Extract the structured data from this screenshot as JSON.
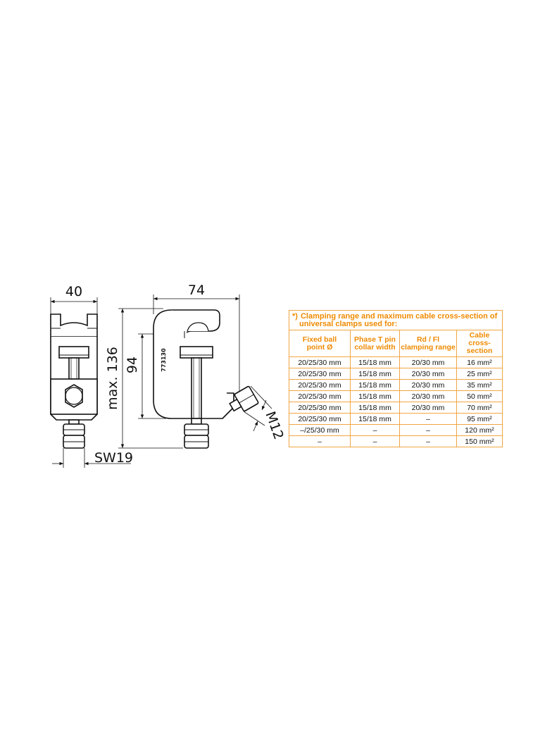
{
  "dimensions": {
    "front_width": "40",
    "side_width": "74",
    "max_height": "max. 136",
    "jaw_height": "94",
    "thread": "M12",
    "wrench": "SW19",
    "part_number": "773130"
  },
  "table": {
    "title_marker": "*)",
    "title_line1": "Clamping range and maximum cable cross-section of",
    "title_line2": "universal clamps used for:",
    "headers": [
      [
        "Fixed ball",
        "point Ø"
      ],
      [
        "Phase T pin",
        "collar width"
      ],
      [
        "Rd / Fl",
        "clamping range"
      ],
      [
        "Cable cross-",
        "section"
      ]
    ],
    "rows": [
      [
        "20/25/30 mm",
        "15/18 mm",
        "20/30 mm",
        "16 mm²"
      ],
      [
        "20/25/30 mm",
        "15/18 mm",
        "20/30 mm",
        "25 mm²"
      ],
      [
        "20/25/30 mm",
        "15/18 mm",
        "20/30 mm",
        "35 mm²"
      ],
      [
        "20/25/30 mm",
        "15/18 mm",
        "20/30 mm",
        "50 mm²"
      ],
      [
        "20/25/30 mm",
        "15/18 mm",
        "20/30 mm",
        "70 mm²"
      ],
      [
        "20/25/30 mm",
        "15/18 mm",
        "–",
        "95 mm²"
      ],
      [
        "–/25/30 mm",
        "–",
        "–",
        "120 mm²"
      ],
      [
        "–",
        "–",
        "–",
        "150 mm²"
      ]
    ]
  },
  "colors": {
    "accent": "#ef8a00",
    "border": "#f1a545",
    "line": "#111111"
  }
}
